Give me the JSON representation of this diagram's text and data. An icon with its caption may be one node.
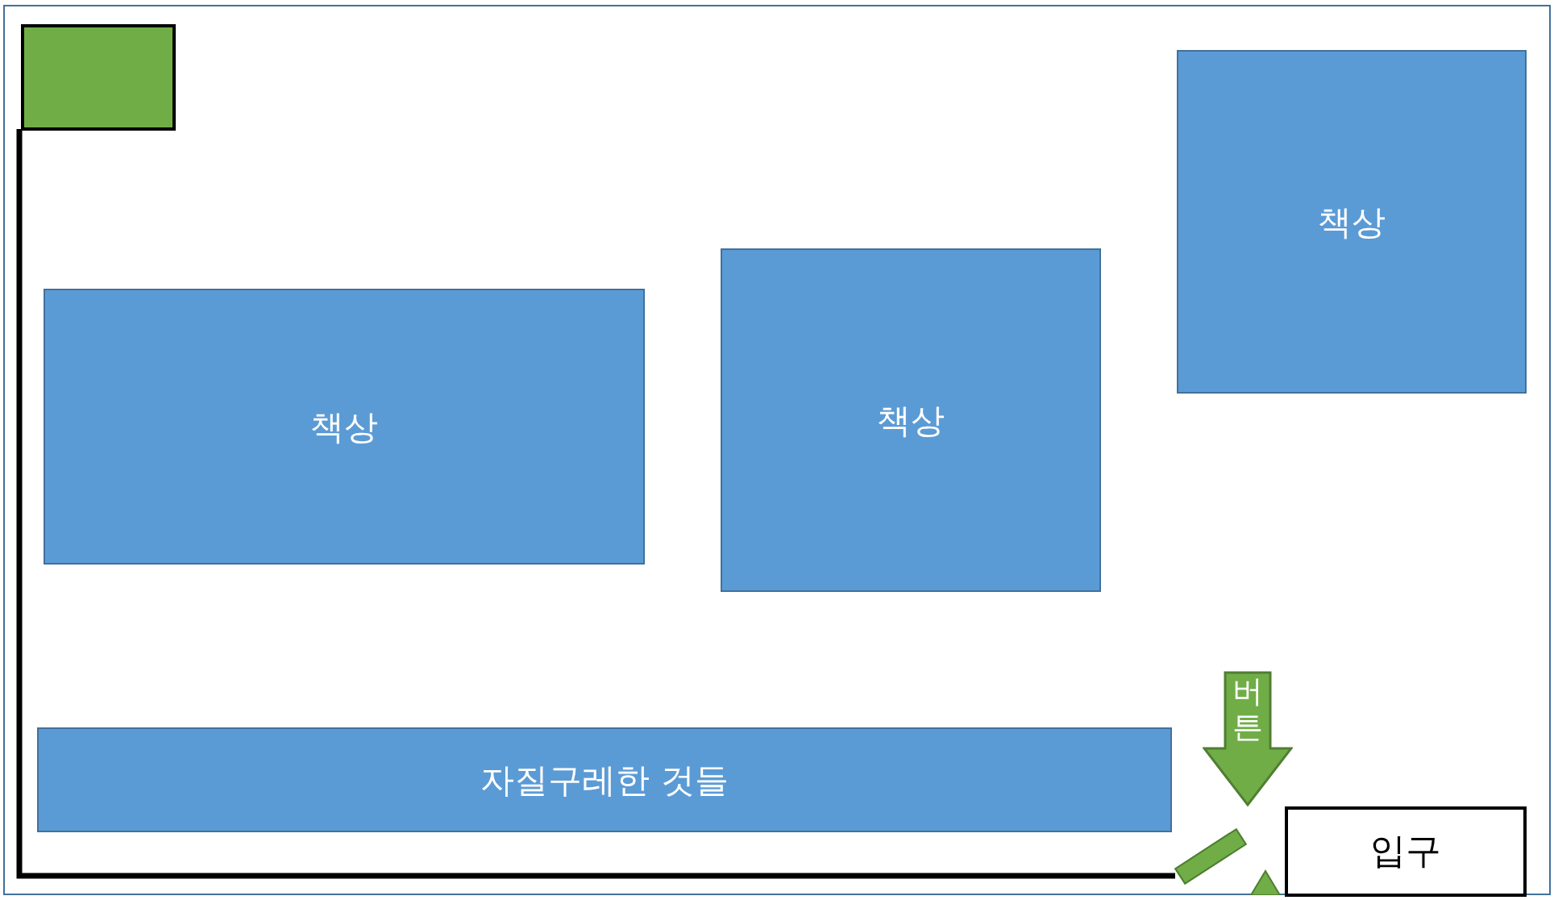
{
  "diagram": {
    "nodes": [
      {
        "text": [],
        "shape": "box"
      },
      {
        "text": [],
        "shape": "box",
        "in": 0
      },
      {
        "text": [
          "책상"
        ],
        "in": 0
      },
      {
        "text": [
          "책상"
        ],
        "in": 0
      },
      {
        "text": [
          "책상"
        ],
        "in": 0
      },
      {
        "text": [
          "자질구레한 것들"
        ],
        "in": 0
      },
      {
        "text": [
          "버튼"
        ],
        "in": 0
      },
      {
        "text": [],
        "shape": "bar",
        "in": 0
      },
      {
        "text": [],
        "shape": "triangle",
        "in": 0
      },
      {
        "text": [
          "입구"
        ],
        "in": 0
      }
    ],
    "edges": [
      {
        "from": 1,
        "to": 7,
        "arrow": "none"
      }
    ]
  }
}
